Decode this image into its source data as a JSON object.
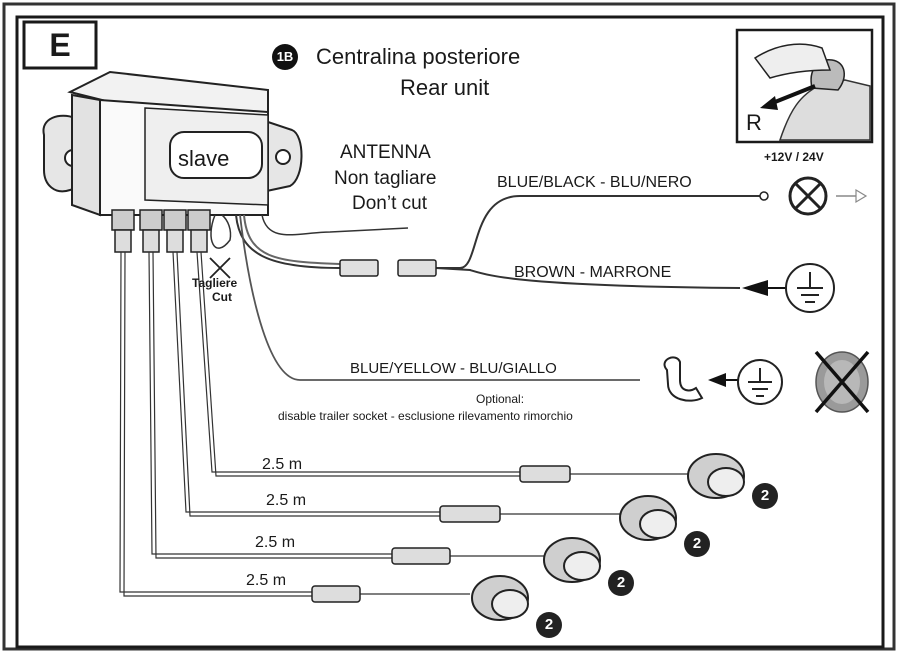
{
  "section": {
    "letter": "E"
  },
  "header": {
    "step_badge": "1B",
    "title_it": "Centralina posteriore",
    "title_en": "Rear unit"
  },
  "unit": {
    "label": "slave"
  },
  "gear_inset": {
    "label": "R"
  },
  "antenna": {
    "line1": "ANTENNA",
    "line2": "Non tagliare",
    "line3": "Don’t cut"
  },
  "wires": {
    "blue_black": "BLUE/BLACK - BLU/NERO",
    "voltage": "+12V / 24V",
    "brown": "BROWN - MARRONE",
    "blue_yellow": "BLUE/YELLOW - BLU/GIALLO"
  },
  "optional": {
    "line1": "Optional:",
    "line2": "disable trailer socket - esclusione rilevamento rimorchio"
  },
  "cut": {
    "line1": "Tagliere",
    "line2": "Cut"
  },
  "sensors": [
    {
      "length": "2.5 m",
      "badge": "2"
    },
    {
      "length": "2.5 m",
      "badge": "2"
    },
    {
      "length": "2.5 m",
      "badge": "2"
    },
    {
      "length": "2.5 m",
      "badge": "2"
    }
  ],
  "icons": {
    "lamp": "lamp-icon",
    "ground": "ground-icon",
    "trailer_socket": "trailer-socket-icon",
    "arrow": "arrow-left-icon",
    "cross": "crossed-out-icon"
  }
}
